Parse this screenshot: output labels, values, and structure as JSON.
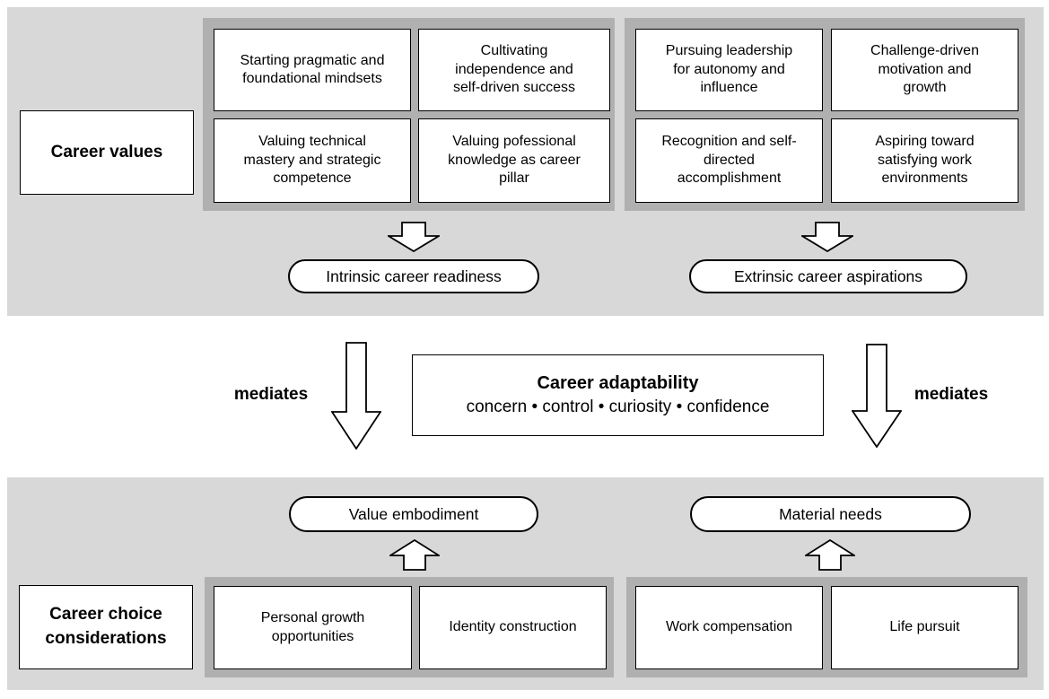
{
  "colors": {
    "page_bg": "#ffffff",
    "band_bg": "#d8d8d8",
    "group_bg": "#b0b0b0",
    "box_bg": "#ffffff",
    "line": "#000000"
  },
  "top_section": {
    "row_label": "Career values",
    "left_group": {
      "boxes": [
        "Starting pragmatic and\nfoundational mindsets",
        "Cultivating\nindependence and\nself-driven success",
        "Valuing technical\nmastery and strategic\ncompetence",
        "Valuing pofessional\nknowledge as career\npillar"
      ],
      "outcome": "Intrinsic career readiness"
    },
    "right_group": {
      "boxes": [
        "Pursuing leadership\nfor autonomy and\ninfluence",
        "Challenge-driven\nmotivation and\ngrowth",
        "Recognition and self-\ndirected\naccomplishment",
        "Aspiring toward\nsatisfying work\nenvironments"
      ],
      "outcome": "Extrinsic career aspirations"
    }
  },
  "middle_section": {
    "left_mediates": "mediates",
    "right_mediates": "mediates",
    "adaptability_title": "Career adaptability",
    "adaptability_dimensions": "concern • control • curiosity • confidence"
  },
  "bottom_section": {
    "row_label": "Career choice\nconsiderations",
    "left_group": {
      "outcome": "Value embodiment",
      "boxes": [
        "Personal growth\nopportunities",
        "Identity construction"
      ]
    },
    "right_group": {
      "outcome": "Material needs",
      "boxes": [
        "Work compensation",
        "Life pursuit"
      ]
    }
  }
}
